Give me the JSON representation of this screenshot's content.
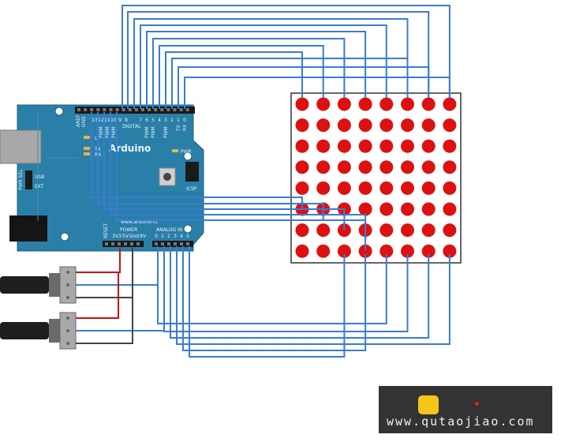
{
  "arduino": {
    "logo": "Arduino",
    "website": "www.arduino.cc",
    "digital_label": "DIGITAL",
    "power_label": "POWER",
    "analog_label": "ANALOG IN",
    "icsp_label": "ICSP",
    "pwr_label": "PWR",
    "reset_label": "RESET",
    "usb_label": "USB",
    "ext_label": "EXT",
    "pwr_sel_label": "PWR SEL",
    "aref_label": "AREF",
    "gnd_label": "GND",
    "tx_label": "TX",
    "rx_label": "RX",
    "l_label": "L",
    "pwm_label": "PWM",
    "power_pins": [
      "3V3",
      "5V",
      "Gnd",
      "9V"
    ],
    "analog_pins": [
      "0",
      "1",
      "2",
      "3",
      "4",
      "5"
    ],
    "digital_pins": [
      "13",
      "12",
      "11",
      "10",
      "9",
      "8",
      "7",
      "6",
      "5",
      "4",
      "3",
      "2",
      "1",
      "0"
    ]
  },
  "led_matrix": {
    "rows": 8,
    "cols": 8,
    "led_color": "#dd1111",
    "body_color": "#ffffff"
  },
  "wire_colors": {
    "signal": "#3a7bd5",
    "power": "#cc1111",
    "ground": "#444444"
  },
  "board_color": "#2a7fa8",
  "watermark": {
    "text": "www.qutaojiao.com"
  }
}
